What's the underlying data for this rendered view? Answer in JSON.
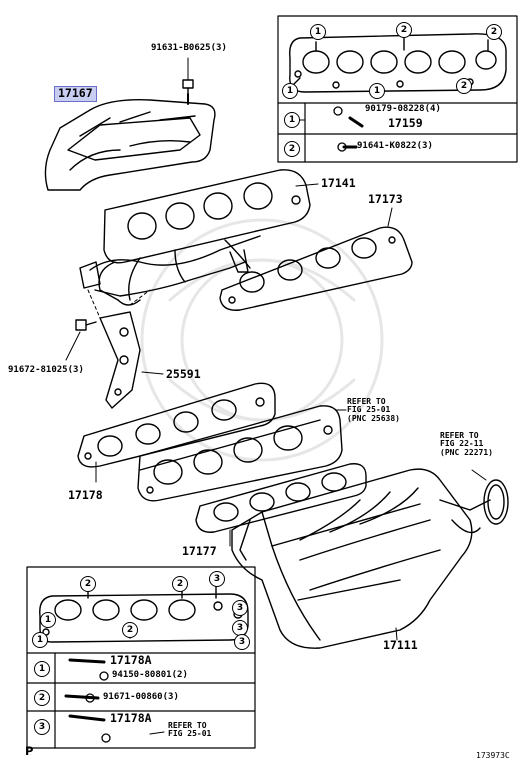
{
  "parts": {
    "p17167": "17167",
    "p91631": "91631-B0625(3)",
    "p90179": "90179-08228(4)",
    "p17159": "17159",
    "p91641": "91641-K0822(3)",
    "p17141": "17141",
    "p17173": "17173",
    "p91672": "91672-81025(3)",
    "p25591": "25591",
    "p17178": "17178",
    "p17177": "17177",
    "p17111": "17111",
    "p17178a_1": "17178A",
    "p94150": "94150-80801(2)",
    "p91671": "91671-00860(3)",
    "p17178a_3": "17178A"
  },
  "refs": {
    "ref1": {
      "line1": "REFER TO",
      "line2": "FIG 25-01",
      "line3": "(PNC 25638)"
    },
    "ref2": {
      "line1": "REFER TO",
      "line2": "FIG 22-11",
      "line3": "(PNC 22271)"
    },
    "ref3": {
      "line1": "REFER TO",
      "line2": "FIG 25-01"
    }
  },
  "callouts": {
    "one": "1",
    "two": "2",
    "three": "3"
  },
  "footer": {
    "left_mark": "P",
    "figure_code": "173973C"
  }
}
